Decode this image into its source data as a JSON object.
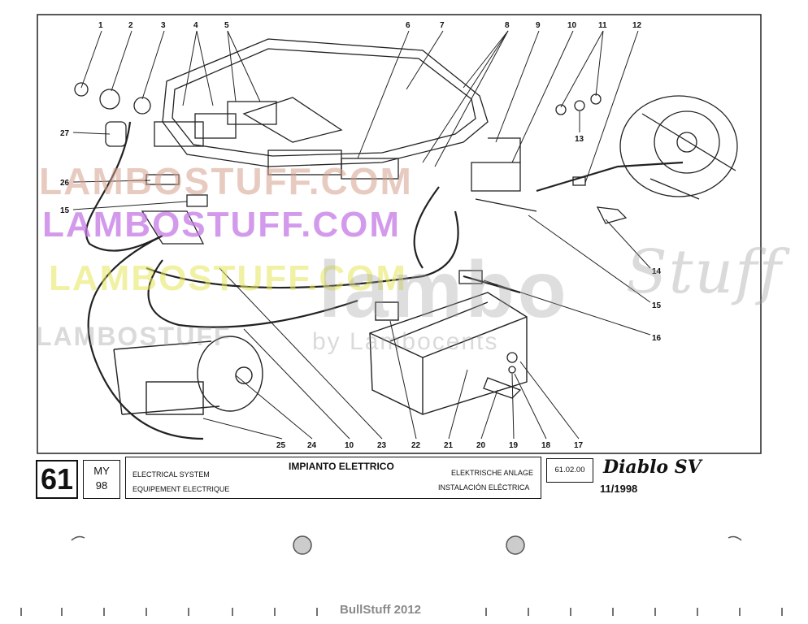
{
  "diagram": {
    "callouts": [
      {
        "label": "1"
      },
      {
        "label": "2"
      },
      {
        "label": "3"
      },
      {
        "label": "4"
      },
      {
        "label": "5"
      },
      {
        "label": "6"
      },
      {
        "label": "7"
      },
      {
        "label": "8"
      },
      {
        "label": "9"
      },
      {
        "label": "10"
      },
      {
        "label": "11"
      },
      {
        "label": "12"
      },
      {
        "label": "27"
      },
      {
        "label": "26"
      },
      {
        "label": "15"
      },
      {
        "label": "13"
      },
      {
        "label": "14"
      },
      {
        "label": "15"
      },
      {
        "label": "16"
      },
      {
        "label": "25"
      },
      {
        "label": "24"
      },
      {
        "label": "10"
      },
      {
        "label": "23"
      },
      {
        "label": "22"
      },
      {
        "label": "21"
      },
      {
        "label": "20"
      },
      {
        "label": "19"
      },
      {
        "label": "18"
      },
      {
        "label": "17"
      }
    ]
  },
  "watermarks": {
    "w1": "LAMBOSTUFF.COM",
    "w2": "LAMBOSTUFF.COM",
    "w3": "LAMBOSTUFF.COM",
    "w4": "LAMBOSTUFF",
    "w5": "lambo",
    "w6": "Stuff",
    "w7": "by Lambocents"
  },
  "title_block": {
    "page_number": "61",
    "model_year_label": "MY",
    "model_year": "98",
    "title_it": "IMPIANTO ELETTRICO",
    "title_en": "ELECTRICAL SYSTEM",
    "title_fr": "EQUIPEMENT ELECTRIQUE",
    "title_de": "ELEKTRISCHE ANLAGE",
    "title_es": "INSTALACIÓN ELÉCTRICA",
    "code": "61.02.00",
    "date": "11/1998",
    "logo": "Diablo SV"
  },
  "footer": {
    "text": "BullStuff 2012"
  }
}
